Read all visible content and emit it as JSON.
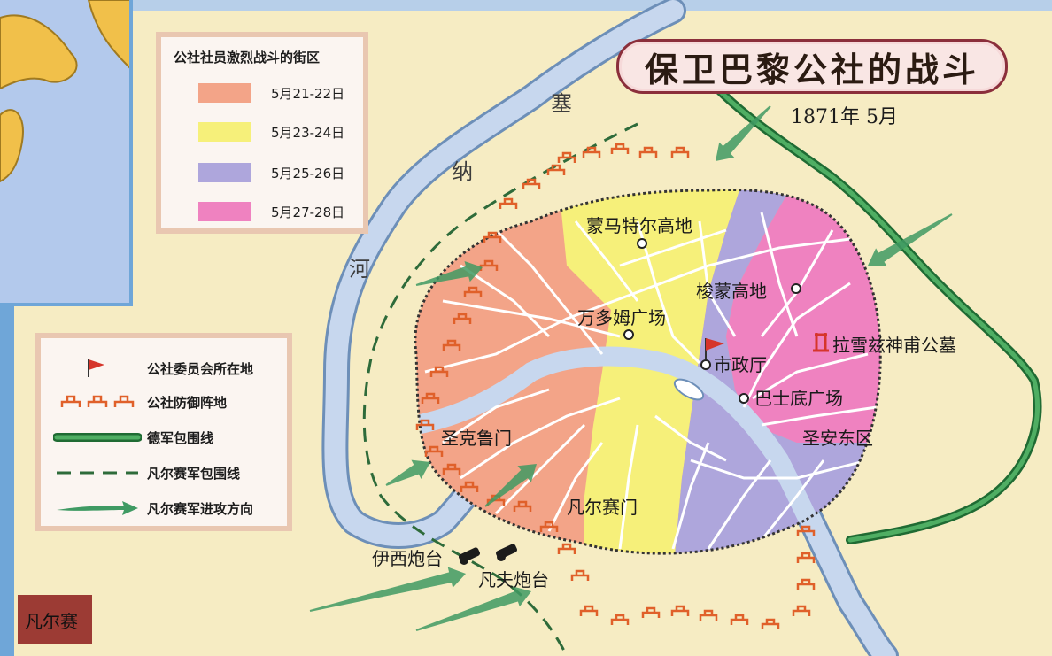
{
  "title": "保卫巴黎公社的战斗",
  "date": "1871年 5月",
  "district_legend": {
    "title": "公社社员激烈战斗的街区",
    "items": [
      {
        "label": "5月21-22日",
        "color": "#f3a488"
      },
      {
        "label": "5月23-24日",
        "color": "#f6f07a"
      },
      {
        "label": "5月25-26日",
        "color": "#aea6dc"
      },
      {
        "label": "5月27-28日",
        "color": "#ef82c0"
      }
    ]
  },
  "symbol_legend": [
    {
      "label": "公社委员会所在地",
      "icon": "red-flag-icon"
    },
    {
      "label": "公社防御阵地",
      "icon": "fortification-icon"
    },
    {
      "label": "德军包围线",
      "icon": "green-line-icon"
    },
    {
      "label": "凡尔赛军包围线",
      "icon": "dashed-line-icon"
    },
    {
      "label": "凡尔赛军进攻方向",
      "icon": "green-arrow-icon"
    }
  ],
  "river_chars": [
    "塞",
    "纳",
    "河"
  ],
  "places": {
    "montmartre": "蒙马特尔高地",
    "belleville": "梭蒙高地",
    "vendome": "万多姆广场",
    "hotel_de_ville": "市政厅",
    "bastille": "巴士底广场",
    "pere_lachaise": "拉雪兹神甫公墓",
    "saint_antoine": "圣安东区",
    "saint_cloud_gate": "圣克鲁门",
    "versailles_gate": "凡尔赛门",
    "issy_battery": "伊西炮台",
    "vanves_battery": "凡夫炮台",
    "versailles": "凡尔赛"
  },
  "colors": {
    "background": "#f6ecc3",
    "river": "#b9cbe6",
    "german_line": "#2f8a45",
    "versailles_line": "#2e6b3a",
    "fort": "#e0602a",
    "flag": "#d6352b",
    "inset_water": "#b3c9ec",
    "inset_land": "#f1c04a"
  }
}
